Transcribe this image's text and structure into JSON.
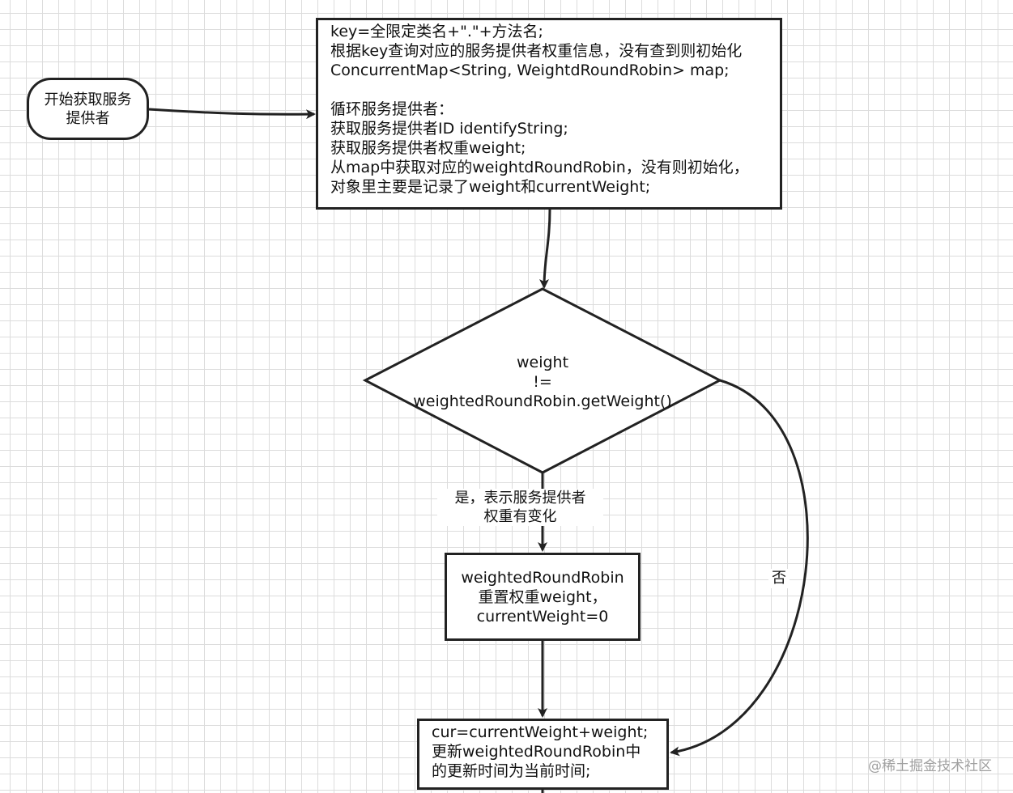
{
  "start_node": {
    "label": "开始获取服务\n提供者"
  },
  "init_box": {
    "text": "key=全限定类名+\".\"+方法名;\n根据key查询对应的服务提供者权重信息，没有查到则初始化\nConcurrentMap<String, WeightdRoundRobin> map;\n\n循环服务提供者：\n获取服务提供者ID identifyString;\n获取服务提供者权重weight;\n从map中获取对应的weightdRoundRobin，没有则初始化，\n对象里主要是记录了weight和currentWeight;"
  },
  "decision": {
    "text": "weight\n!=\nweightedRoundRobin.getWeight()"
  },
  "yes_branch": {
    "label": "是，表示服务提供者\n权重有变化"
  },
  "reset_box": {
    "text": "weightedRoundRobin\n重置权重weight，\ncurrentWeight=0"
  },
  "no_branch": {
    "label": "否"
  },
  "update_box": {
    "text": "cur=currentWeight+weight;\n更新weightedRoundRobin中\n的更新时间为当前时间;"
  },
  "watermark": "@稀土掘金技术社区",
  "colors": {
    "stroke": "#222222",
    "grid": "#dcdcdc",
    "background": "#ffffff",
    "watermark": "#a0a0a0"
  }
}
